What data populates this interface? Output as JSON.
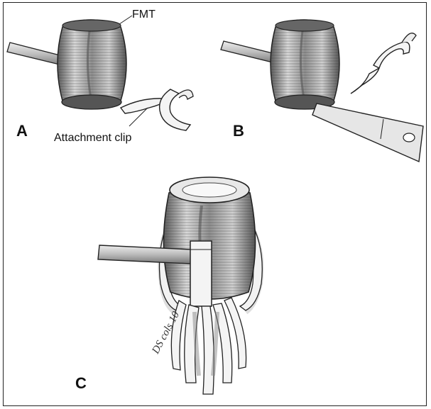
{
  "figure": {
    "labels": {
      "fmt": "FMT",
      "attachment_clip": "Attachment clip"
    },
    "panels": {
      "a": "A",
      "b": "B",
      "c": "C"
    },
    "signature": "DS cols 10",
    "colors": {
      "line": "#222222",
      "light_gray": "#d9d9d9",
      "mid_gray": "#9a9a9a",
      "dark_gray": "#4d4d4d"
    }
  }
}
